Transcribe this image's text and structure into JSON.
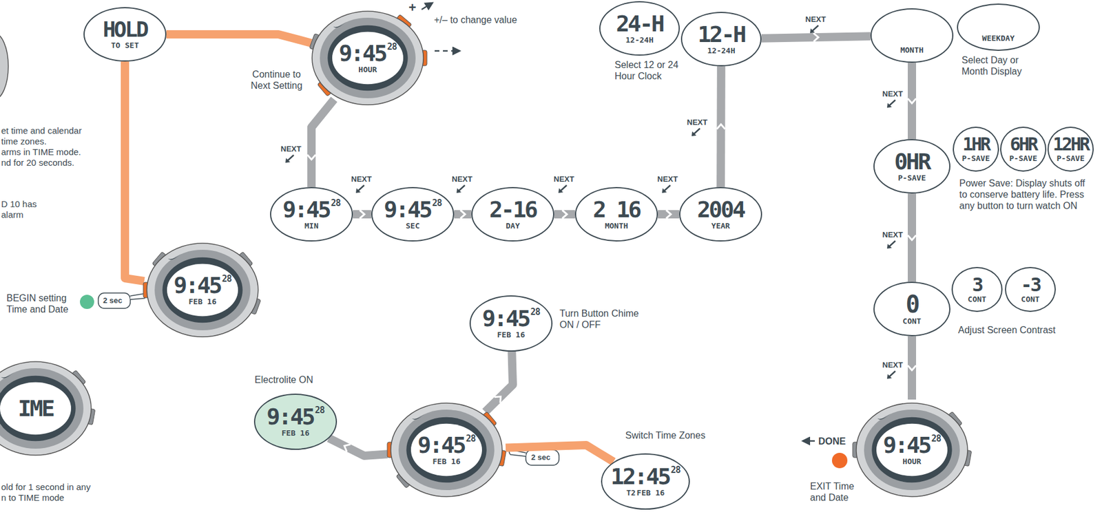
{
  "diagram": {
    "nodes": [
      {
        "text": [
          "HOLD",
          "TO SET"
        ]
      },
      {
        "text": [
          "9:45",
          "28",
          "HOUR"
        ]
      },
      {
        "text": [
          "24-H",
          "12-24H"
        ]
      },
      {
        "text": [
          "12-H",
          "12-24H"
        ]
      },
      {
        "text": [
          "MONTH"
        ]
      },
      {
        "text": [
          "WEEKDAY"
        ]
      },
      {
        "text": [
          "0HR",
          "P-SAVE"
        ]
      },
      {
        "text": [
          "1HR",
          "P-SAVE"
        ]
      },
      {
        "text": [
          "6HR",
          "P-SAVE"
        ]
      },
      {
        "text": [
          "12HR",
          "P-SAVE"
        ]
      },
      {
        "text": [
          "0",
          "CONT"
        ]
      },
      {
        "text": [
          "3",
          "CONT"
        ]
      },
      {
        "text": [
          "-3",
          "CONT"
        ]
      },
      {
        "text": [
          "9:45",
          "28",
          "HOUR"
        ]
      },
      {
        "text": [
          "9:45",
          "28",
          "MIN"
        ]
      },
      {
        "text": [
          "9:45",
          "28",
          "SEC"
        ]
      },
      {
        "text": [
          "2-16",
          "DAY"
        ]
      },
      {
        "text": [
          "2 16",
          "MONTH"
        ]
      },
      {
        "text": [
          "2004",
          "YEAR"
        ]
      },
      {
        "text": [
          "9:45",
          "28",
          "FEB 16"
        ]
      },
      {
        "text": [
          "9:45",
          "28",
          "FEB 16"
        ]
      },
      {
        "text": [
          "9:45",
          "28",
          "FEB 16"
        ]
      },
      {
        "text": [
          "9:45",
          "28",
          "FEB 16"
        ]
      },
      {
        "text": [
          "12:45",
          "28",
          "T2",
          "FEB 16"
        ]
      },
      {
        "text": [
          "IME"
        ]
      }
    ],
    "edges": [
      {
        "from": 0,
        "to": 1,
        "arrow": "none"
      },
      {
        "from": 0,
        "to": 19,
        "label": "2 sec",
        "arrow": "none"
      },
      {
        "from": 1,
        "to": 14,
        "label": "NEXT",
        "arrow": "to"
      },
      {
        "from": 14,
        "to": 15,
        "label": "NEXT",
        "arrow": "to"
      },
      {
        "from": 15,
        "to": 16,
        "label": "NEXT",
        "arrow": "to"
      },
      {
        "from": 16,
        "to": 17,
        "label": "NEXT",
        "arrow": "to"
      },
      {
        "from": 17,
        "to": 18,
        "label": "NEXT",
        "arrow": "to"
      },
      {
        "from": 18,
        "to": 3,
        "label": "NEXT",
        "arrow": "to"
      },
      {
        "from": 3,
        "to": 4,
        "label": "NEXT",
        "arrow": "to"
      },
      {
        "from": 4,
        "to": 6,
        "label": "NEXT",
        "arrow": "to"
      },
      {
        "from": 6,
        "to": 10,
        "label": "NEXT",
        "arrow": "to"
      },
      {
        "from": 10,
        "to": 13,
        "label": "NEXT",
        "arrow": "to"
      },
      {
        "from": 21,
        "to": 20,
        "arrow": "to"
      },
      {
        "from": 21,
        "to": 22,
        "arrow": "to"
      },
      {
        "from": 21,
        "to": 23,
        "label": "2 sec",
        "arrow": "none"
      }
    ],
    "labels": [
      "+/– to change value",
      "+",
      "Continue to Next Setting",
      "Select 12 or 24 Hour Clock",
      "Select Day or Month Display",
      "Power Save: Display shuts off to conserve battery life. Press any button to turn watch ON",
      "Adjust Screen Contrast",
      "DONE",
      "EXIT Time and Date",
      "Turn Button Chime ON / OFF",
      "Electrolite ON",
      "Switch Time Zones",
      "BEGIN setting Time and Date",
      "et time and calendar",
      "time zones.",
      "arms in TIME mode.",
      "nd for 20 seconds.",
      "D 10 has",
      "alarm",
      "old for 1 second in any",
      "n to TIME mode"
    ]
  }
}
